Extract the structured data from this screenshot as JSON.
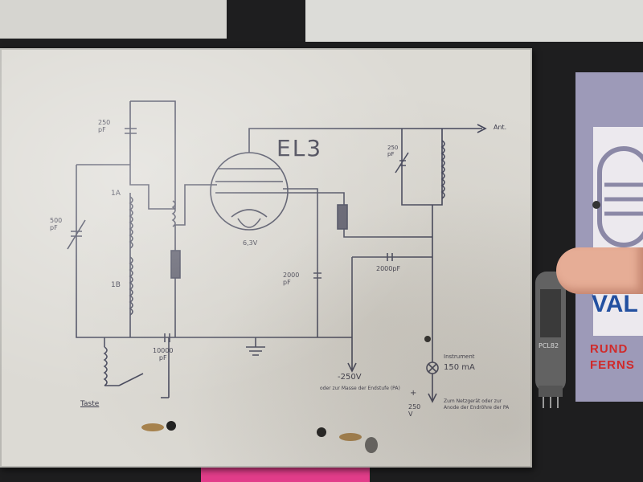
{
  "schematic": {
    "tube_title": "EL3",
    "labels": {
      "cap_top": "250\npF",
      "coil_1a": "1A",
      "coil_1b": "1B",
      "var_cap_left": "500\npF",
      "heater": "6,3V",
      "cap_mid": "2000\npF",
      "cap_coupling": "2000pF",
      "var_cap_right": "250\npF",
      "cap_bottom": "10000\npF",
      "out_arrow": "Ant.",
      "key": "Taste",
      "neg_supply": "-250V",
      "neg_note": "oder zur Masse der Endstufe (PA)",
      "plus": "+",
      "pos_supply": "250\nV",
      "instrument": "Instrument",
      "meter_range": "150 mA",
      "pos_note": "Zum Netzgerät oder zur Anode der Endröhre der PA"
    }
  },
  "background": {
    "poster_text_1": "VAL",
    "poster_text_2": "RUND",
    "poster_text_3": "FERNS",
    "tube_label": "PCL82"
  },
  "colors": {
    "paper": "#dcdad4",
    "ink": "#3a3a4a",
    "poster_purple": "#9d9ab8",
    "poster_blue": "#2350a0",
    "poster_red": "#d02a2a"
  }
}
